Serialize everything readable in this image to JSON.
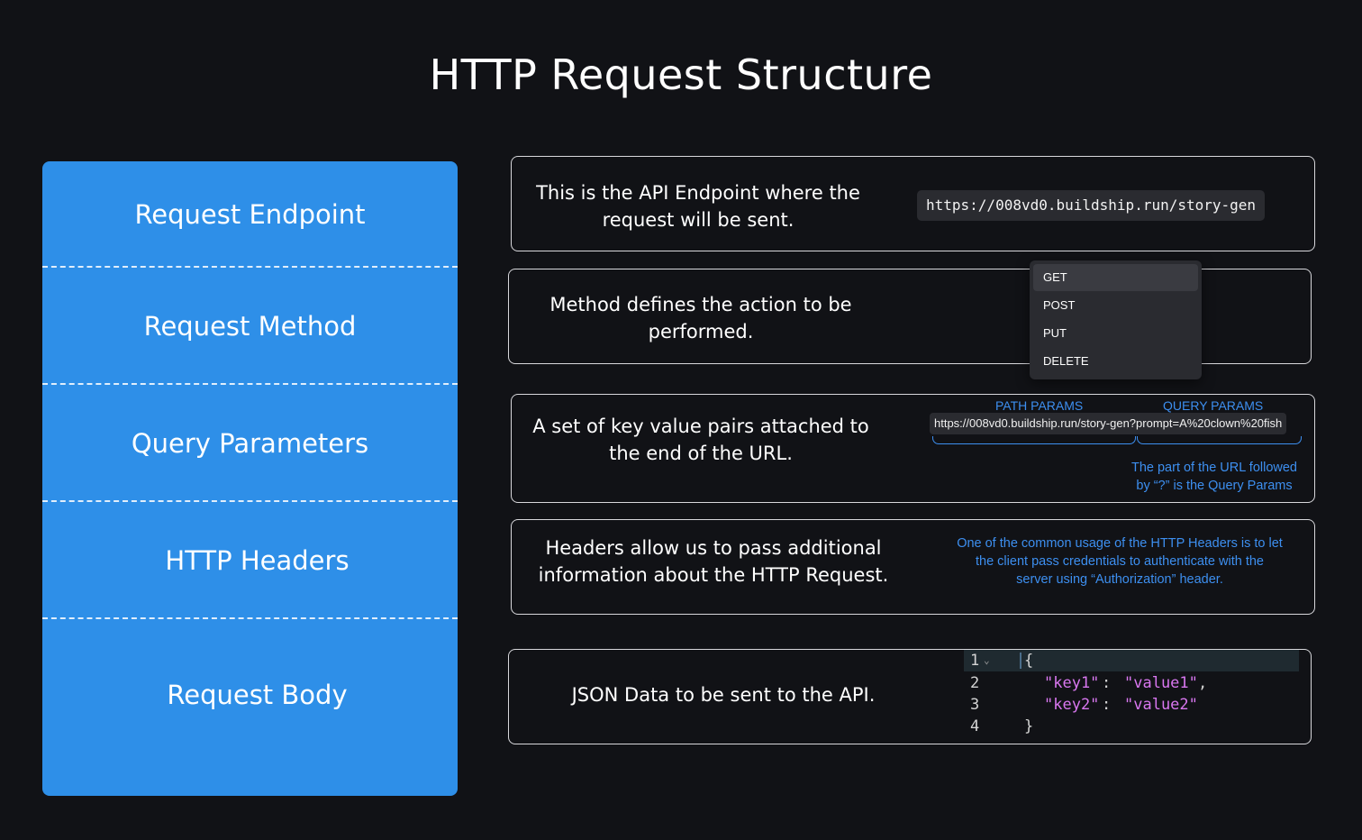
{
  "title": "HTTP Request Structure",
  "sections": [
    {
      "label": "Request Endpoint",
      "description": [
        "This is the API Endpoint where the",
        "request will be sent."
      ]
    },
    {
      "label": "Request Method",
      "description": [
        "Method defines the action to be",
        "performed."
      ]
    },
    {
      "label": "Query Parameters",
      "description": [
        "A set of key value pairs attached to",
        "the end of the URL."
      ]
    },
    {
      "label": "HTTP Headers",
      "description": [
        "Headers allow us to pass additional",
        "information about the HTTP Request."
      ]
    },
    {
      "label": "Request Body",
      "description": [
        "JSON Data to be sent to the API."
      ]
    }
  ],
  "endpoint": {
    "url": "https://008vd0.buildship.run/story-gen"
  },
  "method": {
    "options": [
      "GET",
      "POST",
      "PUT",
      "DELETE"
    ],
    "selected": "GET"
  },
  "query": {
    "path_label": "PATH PARAMS",
    "query_label": "QUERY PARAMS",
    "url": "https://008vd0.buildship.run/story-gen?prompt=A%20clown%20fish",
    "note": [
      "The part of the URL followed",
      "by “?” is the Query Params"
    ]
  },
  "headers": {
    "note": [
      "One of the common usage of the HTTP Headers is to let",
      "the client pass credentials to authenticate with the",
      "server using “Authorization” header."
    ]
  },
  "body": {
    "line_numbers": [
      "1",
      "2",
      "3",
      "4"
    ],
    "lines": [
      "{",
      "\"key1\"",
      ": ",
      "\"value1\"",
      ",",
      "\"key2\"",
      ": ",
      "\"value2\"",
      "}"
    ]
  },
  "colors": {
    "background": "#111216",
    "panel_blue": "#2e8fe8",
    "accent_blue": "#3d8ff0",
    "json_string": "#d977f0"
  }
}
